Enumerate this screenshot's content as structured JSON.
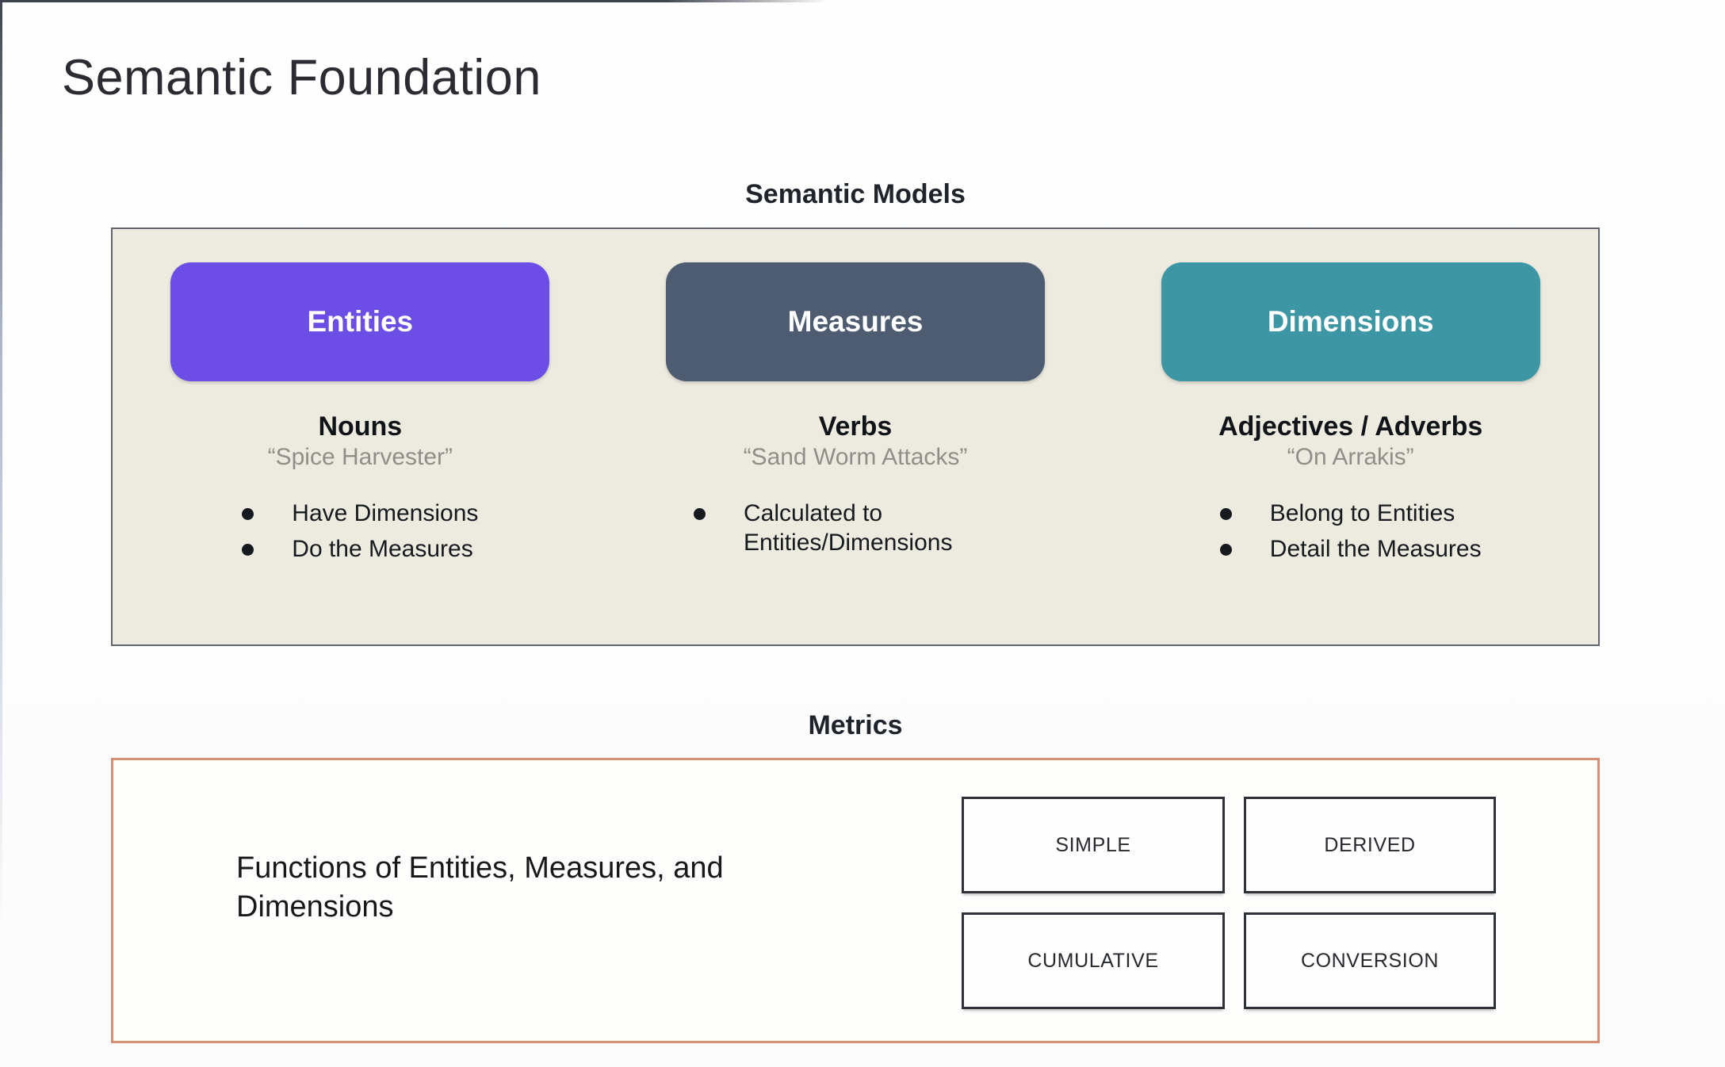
{
  "page": {
    "title": "Semantic Foundation"
  },
  "semantic_models": {
    "heading": "Semantic Models",
    "panel_bg": "#edebe0",
    "columns": [
      {
        "pill": "Entities",
        "pill_color": "#6c4de6",
        "word_type": "Nouns",
        "example": "“Spice Harvester”",
        "bullets": [
          "Have Dimensions",
          "Do the Measures"
        ]
      },
      {
        "pill": "Measures",
        "pill_color": "#4e5c72",
        "word_type": "Verbs",
        "example": "“Sand Worm Attacks”",
        "bullets": [
          "Calculated to Entities/Dimensions"
        ]
      },
      {
        "pill": "Dimensions",
        "pill_color": "#3d96a4",
        "word_type": "Adjectives / Adverbs",
        "example": "“On Arrakis”",
        "bullets": [
          "Belong to Entities",
          "Detail the Measures"
        ]
      }
    ]
  },
  "metrics": {
    "heading": "Metrics",
    "border_color": "#d88e72",
    "description": "Functions of Entities, Measures, and Dimensions",
    "types": [
      "SIMPLE",
      "DERIVED",
      "CUMULATIVE",
      "CONVERSION"
    ]
  }
}
